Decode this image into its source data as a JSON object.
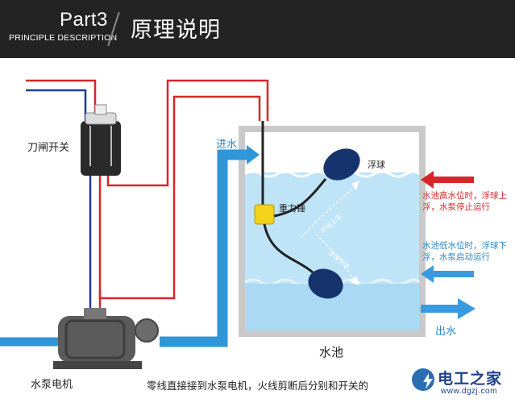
{
  "header": {
    "part": "Part3",
    "subtitle": "PRINCIPLE DESCRIPTION",
    "title": "原理说明"
  },
  "labels": {
    "knife_switch": "刀闸开关",
    "water_in": "进水",
    "float_ball": "浮球",
    "counterweight": "重力锤",
    "high_level_note": "水池高水位时，浮球上浮，水泵停止运行",
    "low_level_note": "水池低水位时，浮球下浮，水泵启动运行",
    "water_out": "出水",
    "pool": "水池",
    "pump_motor": "水泵电机",
    "caption": "零线直接接到水泵电机，火线剪断后分别和开关的",
    "float_up_arrow": "浮球上浮",
    "float_down_arrow": "浮球下浮"
  },
  "logo": {
    "name": "电工之家",
    "url": "www.dgzj.com"
  },
  "colors": {
    "live_wire": "#d7262a",
    "neutral_wire": "#1f3d8f",
    "water_pipe": "#2f96d8",
    "arrow_red": "#d7262a",
    "arrow_blue": "#3a9ae0",
    "water": "#bfe3f7",
    "tank_wall": "#c9c9c9",
    "float": "#17336e",
    "counterweight": "#f2d21a"
  }
}
